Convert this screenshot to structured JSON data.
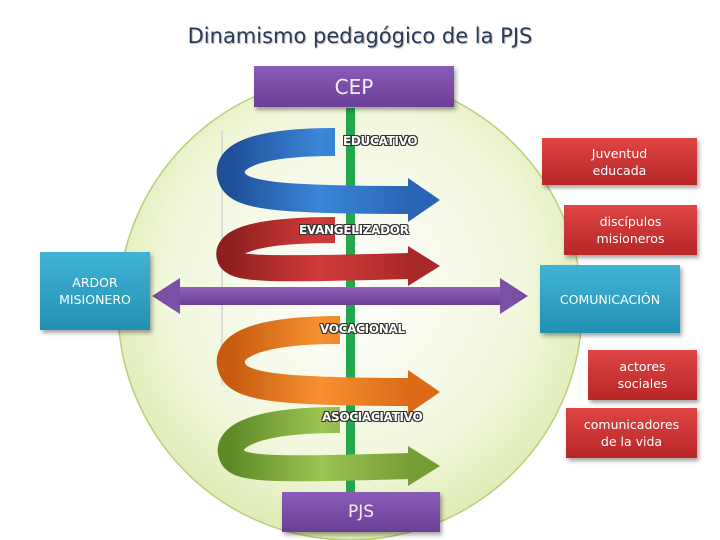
{
  "title": "Dinamismo pedagógico de la PJS",
  "top_box": "CEP",
  "bottom_box": "PJS",
  "left_box": "ARDOR\nMISIONERO",
  "right_box": "COMUNICACIÓN",
  "spiral_labels": {
    "educativo": "EDUCATIVO",
    "evangelizador": "EVANGELIZADOR",
    "vocacional": "VOCACIONAL",
    "asociativo": "ASOCIACIATIVO"
  },
  "outcomes": [
    "Juventud\neducada",
    "discípulos\nmisioneros",
    "actores\nsociales",
    "comunicadores\nde la vida"
  ],
  "colors": {
    "circle": "#eef5d4",
    "axis": "#22a84a",
    "educativo": "#2f72c4",
    "evangelizador": "#c0302f",
    "vocacional": "#e8741f",
    "asociativo": "#84ad3e",
    "horizontal_arrow": "#7a4fa6",
    "title_boxes": "#7a4fa6",
    "outcome_boxes": "#c93333",
    "communication_boxes": "#3aa7cc"
  }
}
